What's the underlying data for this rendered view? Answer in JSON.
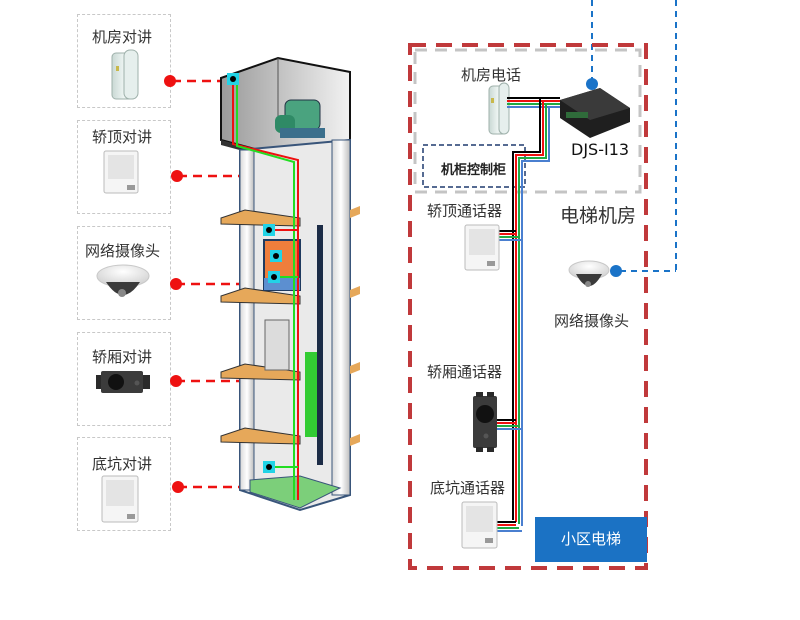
{
  "left_panel": {
    "devices": [
      {
        "label": "机房对讲",
        "icon": "machine-room-intercom"
      },
      {
        "label": "轿顶对讲",
        "icon": "car-top-intercom"
      },
      {
        "label": "网络摄像头",
        "icon": "network-camera"
      },
      {
        "label": "轿厢对讲",
        "icon": "car-intercom"
      },
      {
        "label": "底坑对讲",
        "icon": "pit-intercom"
      }
    ]
  },
  "right_panel": {
    "machine_room_phone": "机房电话",
    "device_model": "DJS-I13",
    "cabinet": "机柜控制柜",
    "elevator_room": "电梯机房",
    "car_top_phone": "轿顶通话器",
    "camera": "网络摄像头",
    "car_phone": "轿厢通话器",
    "pit_phone": "底坑通话器",
    "badge": "小区电梯"
  },
  "colors": {
    "red_dash": "#c0393b",
    "gray_dash": "#c4c4c4",
    "blue_dash": "#1a73c8",
    "badge_bg": "#1b72c4",
    "connector_red": "#ee1111",
    "marker_cyan": "#22d3e6"
  }
}
